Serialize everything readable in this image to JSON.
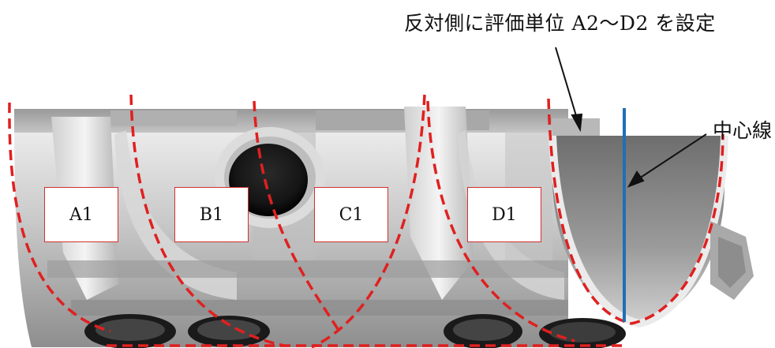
{
  "annotations": {
    "opposite_side": "反対側に評価単位 A2〜D2 を設定",
    "center_line": "中心線"
  },
  "units": [
    {
      "label": "A1"
    },
    {
      "label": "B1"
    },
    {
      "label": "C1"
    },
    {
      "label": "D1"
    }
  ],
  "colors": {
    "boundary": "#e02020",
    "center_line": "#1f6fb5",
    "box_border": "#d03030",
    "metal_light": "#e6e6e6",
    "metal_mid": "#b9b9b9",
    "metal_dark": "#7a7a7a"
  }
}
